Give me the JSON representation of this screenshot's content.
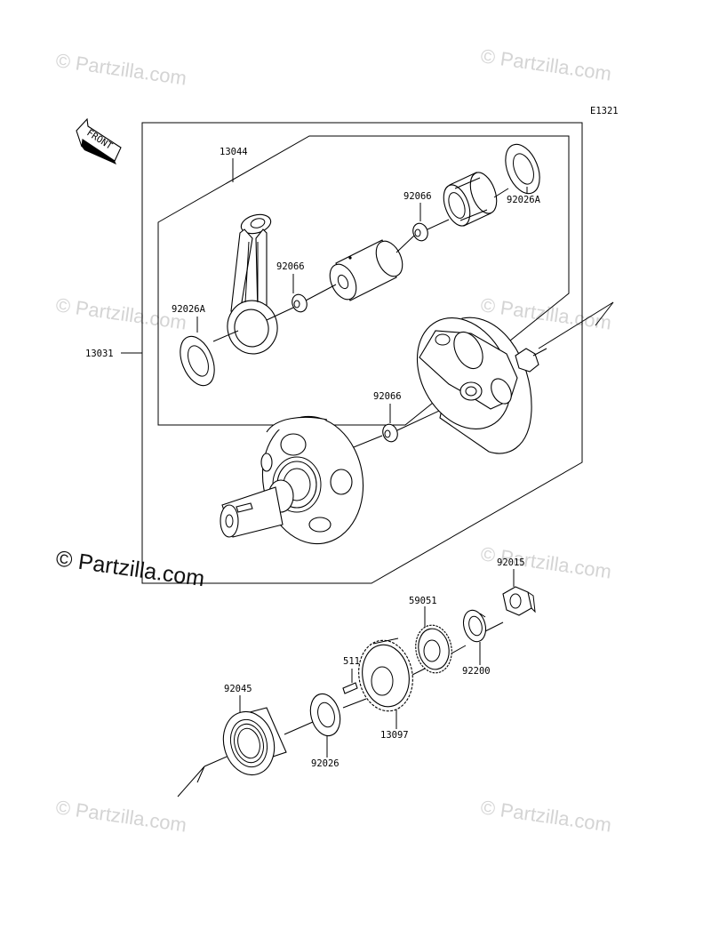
{
  "diagram": {
    "code": "E1321",
    "front_label": "FRONT",
    "parts": {
      "p13044": "13044",
      "p92066a": "92066",
      "p92066b": "92066",
      "p92066c": "92066",
      "p92026A_right": "92026A",
      "p92026A_left": "92026A",
      "p13031": "13031",
      "p92015": "92015",
      "p59051": "59051",
      "p511": "511",
      "p92045": "92045",
      "p92200": "92200",
      "p13097": "13097",
      "p92026": "92026"
    }
  },
  "watermarks": {
    "main": "© Partzilla.com",
    "faint": "© Partzilla.com"
  }
}
